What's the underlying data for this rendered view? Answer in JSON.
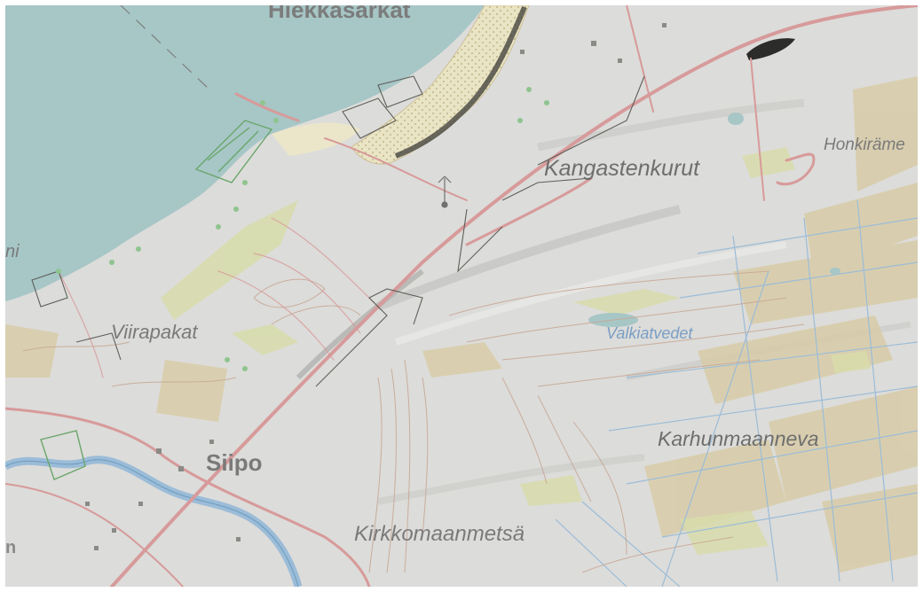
{
  "map": {
    "labels": {
      "hiekkasarkat": "Hiekkasarkat",
      "kangastenkurut": "Kangastenkurut",
      "honkirame": "Honkiräme",
      "viirapakat": "Viirapakat",
      "valkiatvedet": "Valkiatvedet",
      "karhunmaanneva": "Karhunmaanneva",
      "siipo": "Siipo",
      "kirkkomaanmetsa": "Kirkkomaanmetsä",
      "edge_left_top": "ni",
      "edge_left_bottom": "n"
    },
    "colors": {
      "water": "#a7c6c6",
      "land": "#dcdcda",
      "road": "#d79a9a",
      "field": "#d8cca8",
      "meadow": "#d8dcaa",
      "contour": "#c8a896",
      "stream": "#9bbcd8"
    }
  }
}
